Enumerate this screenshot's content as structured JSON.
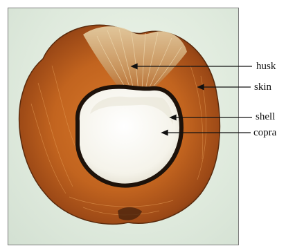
{
  "labels": {
    "husk": "husk",
    "skin": "skin",
    "shell": "shell",
    "copra": "copra"
  },
  "colors": {
    "background": "#dfeadd",
    "husk": "#c2641f",
    "husk_dark": "#8a3f12",
    "fiber": "#d8b98a",
    "shell": "#2a1a10",
    "copra": "#f8f6ee",
    "line": "#111111"
  }
}
